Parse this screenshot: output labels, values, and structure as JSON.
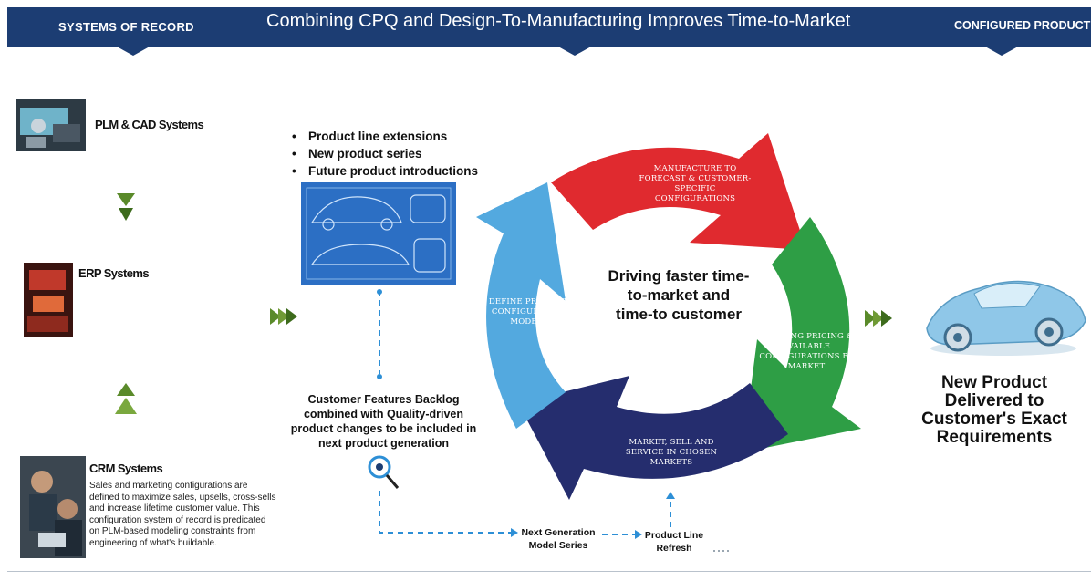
{
  "header": {
    "left_label": "SYSTEMS OF RECORD",
    "title": "Combining CPQ and Design-To-Manufacturing Improves Time-to-Market",
    "right_label": "CONFIGURED PRODUCT"
  },
  "systems": {
    "plm": {
      "label": "PLM & CAD Systems"
    },
    "erp": {
      "label": "ERP Systems"
    },
    "crm": {
      "label": "CRM Systems",
      "description": "Sales and marketing configurations are defined to maximize sales, upsells, cross-sells and increase lifetime customer value. This configuration system of record is predicated on PLM-based modeling constraints from engineering of what's buildable."
    }
  },
  "product_bullets": [
    "Product line extensions",
    "New product series",
    "Future product introductions"
  ],
  "backlog_text": "Customer Features Backlog combined with Quality-driven product changes to be included in next product generation",
  "next_generation_label": "Next Generation Model Series",
  "product_line_refresh_label": "Product Line Refresh",
  "cycle": {
    "center": "Driving faster time-to-market and time-to customer",
    "segments": [
      {
        "text": "MANUFACTURE TO FORECAST & CUSTOMER-SPECIFIC CONFIGURATIONS",
        "color": "#e02a2f"
      },
      {
        "text": "DEFINING PRICING & AVAILABLE CONFIGURATIONS BY MARKET",
        "color": "#2e9e45"
      },
      {
        "text": "MARKET, SELL AND SERVICE IN CHOSEN MARKETS",
        "color": "#252d6e"
      },
      {
        "text": "DEFINE PRODUCT, CONFIGURATION MODELS",
        "color": "#53a9df"
      }
    ]
  },
  "outcome": "New Product Delivered to Customer's Exact Requirements",
  "colors": {
    "banner": "#1c3d73",
    "arrow_green": "#5a8a2a",
    "dashed": "#2d8fd6",
    "blueprint": "#2c6fc4"
  }
}
